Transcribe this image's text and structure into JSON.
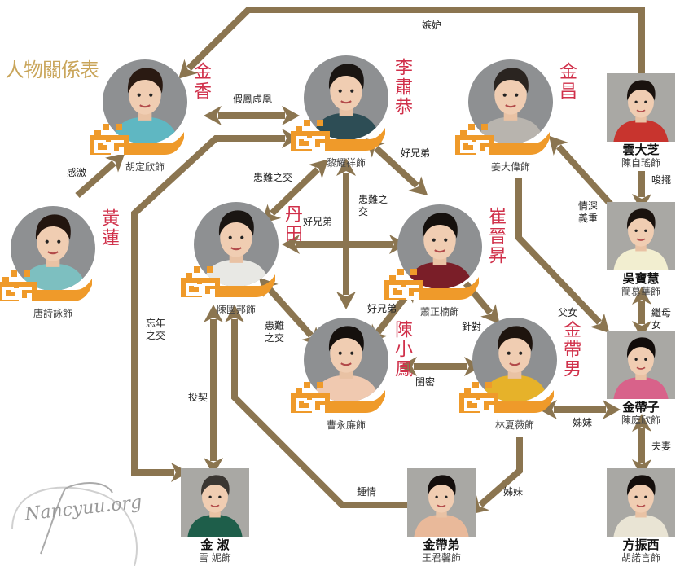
{
  "title": "人物關係表",
  "watermark": "Nancyuu.org",
  "colors": {
    "arrow": "#8b7550",
    "name_red": "#d0304a",
    "fret_orange": "#ef9a2a",
    "title_gold": "#c9a55a"
  },
  "characters": {
    "jin_xiang": {
      "name": "金香",
      "actor": "胡定欣飾"
    },
    "li_suxiong": {
      "name": "李肅恭",
      "actor": "黎耀祥飾"
    },
    "jin_chang": {
      "name": "金昌",
      "actor": "姜大偉飾"
    },
    "huang_lian": {
      "name": "黃蓮",
      "actor": "唐詩詠飾"
    },
    "dan_tian": {
      "name": "丹田",
      "actor": "陳國邦飾"
    },
    "cui_jinsheng": {
      "name": "崔晉昇",
      "actor": "蕭正楠飾"
    },
    "chen_xiaofeng": {
      "name": "陳小鳳",
      "actor": "曹永廉飾"
    },
    "jin_dainan": {
      "name": "金帶男",
      "actor": "林夏薇飾"
    },
    "yun_dazhi": {
      "name": "雲大芝",
      "actor": "陳自瑤飾"
    },
    "wu_baohui": {
      "name": "吳寶慧",
      "actor": "簡慕華飾"
    },
    "jin_daizi": {
      "name": "金帶子",
      "actor": "陳庭欣飾"
    },
    "jin_shu": {
      "name": "金 淑",
      "actor": "雪 妮飾"
    },
    "jin_daidi": {
      "name": "金帶弟",
      "actor": "王君馨飾"
    },
    "fang_zhenxi": {
      "name": "方振西",
      "actor": "胡諾言飾"
    }
  },
  "relations": {
    "jealousy": "嫉妒",
    "fake_couple": "假鳳虛凰",
    "gratitude": "感激",
    "li_dan_friends": "患難之交",
    "li_cui_brothers": "好兄弟",
    "li_chen_friends": "患難之\n交",
    "dan_cui_brothers": "好兄弟",
    "dan_chen_friends": "患難\n之交",
    "cui_chen_brothers": "好兄弟",
    "age_gap_friends": "忘年\n之交",
    "compatible": "投契",
    "rivalry": "針對",
    "father_daughter": "父女",
    "deep_affection": "情深\n義重",
    "instigate": "唆擺",
    "stepmother_daughter": "繼母女",
    "best_friends": "閨密",
    "sisters_1": "姊妹",
    "sisters_2": "姊妹",
    "husband_wife": "夫妻",
    "infatuation": "鍾情"
  }
}
